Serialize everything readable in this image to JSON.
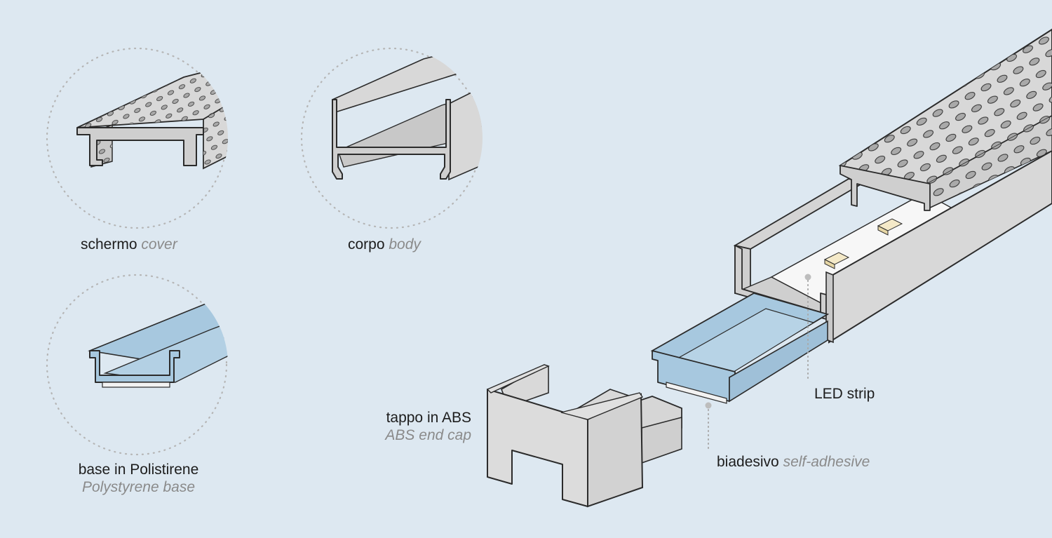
{
  "labels": {
    "cover": {
      "primary": "schermo",
      "secondary": "cover"
    },
    "body": {
      "primary": "corpo",
      "secondary": "body"
    },
    "base": {
      "primary": "base in Polistirene",
      "secondary": "Polystyrene base"
    },
    "end_cap": {
      "primary": "tappo in ABS",
      "secondary": "ABS end cap"
    },
    "led_strip": {
      "primary": "LED strip"
    },
    "adhesive": {
      "primary": "biadesivo",
      "secondary": "self-adhesive"
    }
  },
  "colors": {
    "background": "#dde8f1",
    "profile_fill": "#d8d8d8",
    "profile_stroke": "#2b2b2b",
    "base_blue": "#a7c8df",
    "circle_dots": "#b5b5b5",
    "italic_text": "#8a8a8a",
    "text": "#1d1d1d"
  }
}
